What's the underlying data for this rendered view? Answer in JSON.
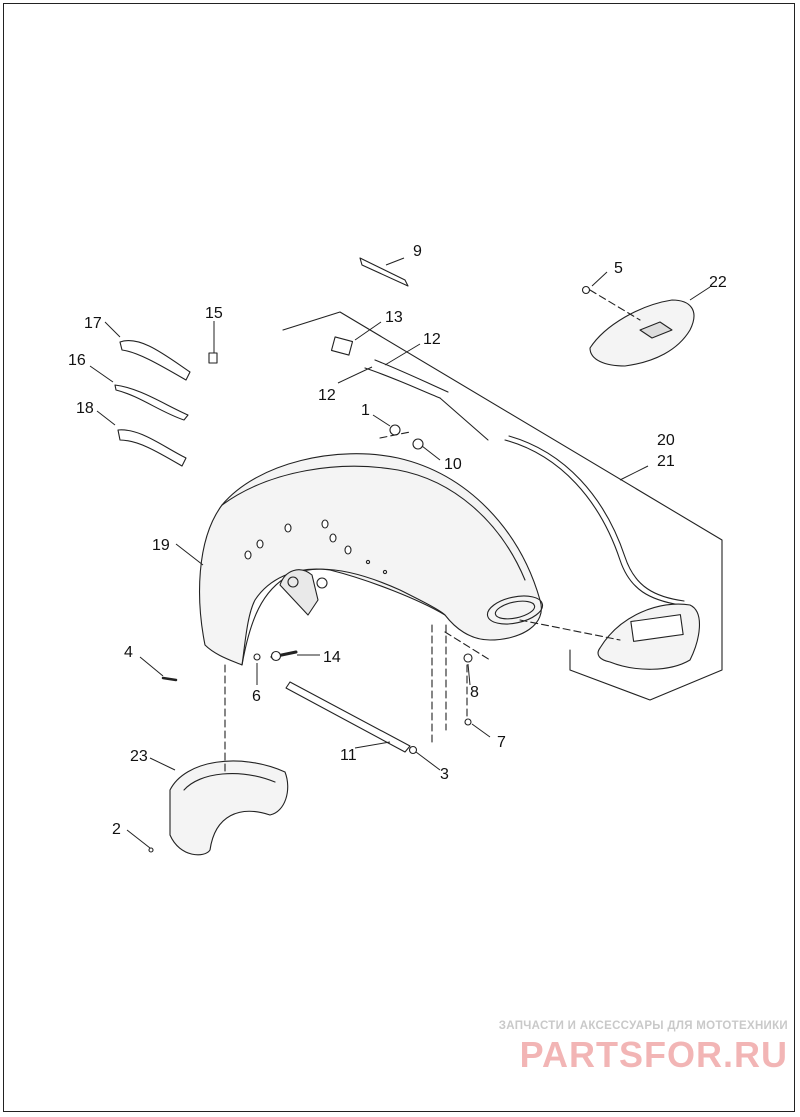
{
  "callouts": {
    "n1": "1",
    "n2": "2",
    "n3": "3",
    "n4": "4",
    "n5": "5",
    "n6": "6",
    "n7": "7",
    "n8": "8",
    "n9": "9",
    "n10": "10",
    "n11": "11",
    "n12a": "12",
    "n12b": "12",
    "n13": "13",
    "n14": "14",
    "n15": "15",
    "n16": "16",
    "n17": "17",
    "n18": "18",
    "n19": "19",
    "n20": "20",
    "n21": "21",
    "n22": "22",
    "n23": "23"
  },
  "watermark": {
    "caption": "ЗАПЧАСТИ И АКСЕССУАРЫ ДЛЯ МОТОТЕХНИКИ",
    "logo": "PARTSFOR.RU"
  },
  "colors": {
    "line": "#222222",
    "part_fill": "#f4f4f4",
    "watermark_logo": "#f2b5b5",
    "watermark_text": "#c9c9c9"
  }
}
